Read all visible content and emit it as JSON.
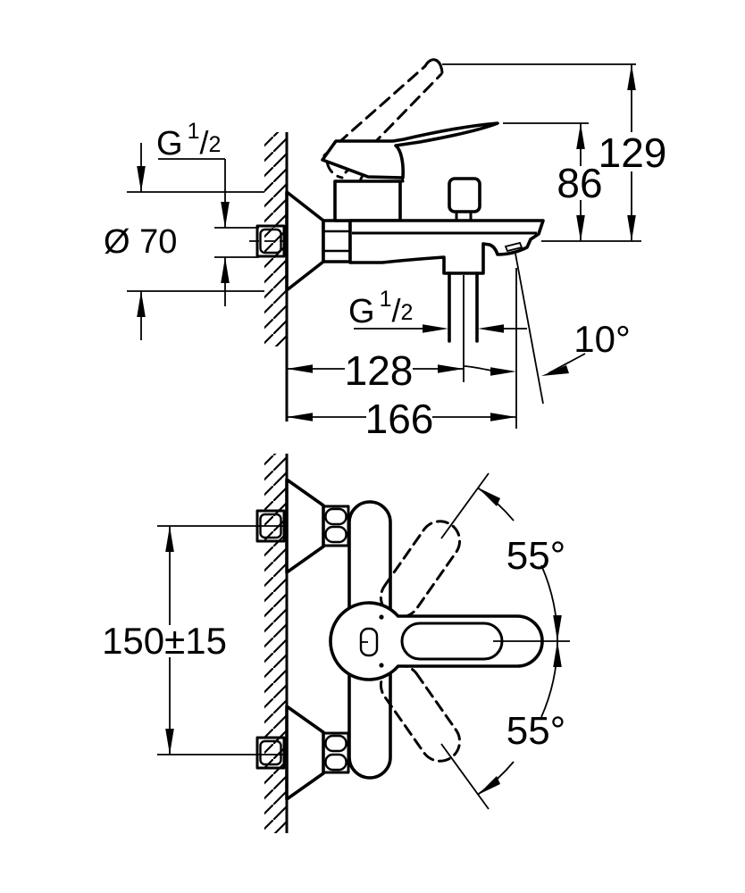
{
  "side_view": {
    "inlet_thread": {
      "prefix": "G",
      "numerator": "1",
      "slash": "/",
      "denominator": "2"
    },
    "escutcheon_diameter": "Ø 70",
    "height_open_lever": "129",
    "height_lever": "86",
    "outlet_thread": {
      "prefix": "G",
      "numerator": "1",
      "slash": "/",
      "denominator": "2"
    },
    "wall_to_outlet": "128",
    "wall_to_spout_tip": "166",
    "spout_angle": "10°"
  },
  "plan_view": {
    "inlet_spacing": "150±15",
    "lever_swing_up": "55°",
    "lever_swing_down": "55°"
  }
}
